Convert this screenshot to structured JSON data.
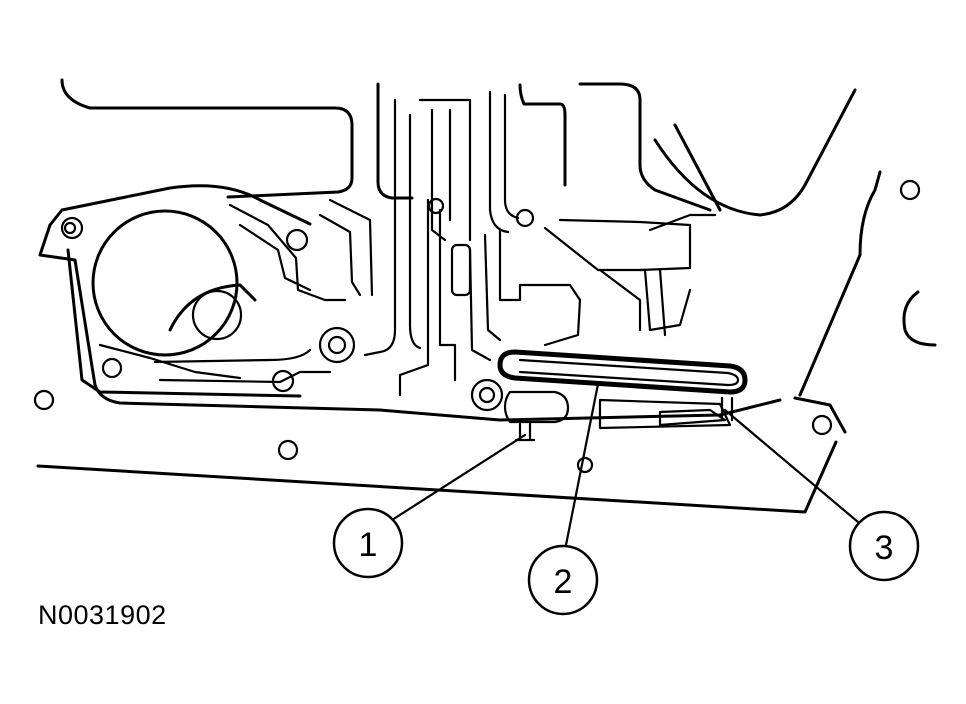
{
  "figure": {
    "id": "N0031902"
  },
  "callouts": [
    {
      "number": "1"
    },
    {
      "number": "2"
    },
    {
      "number": "3"
    }
  ]
}
